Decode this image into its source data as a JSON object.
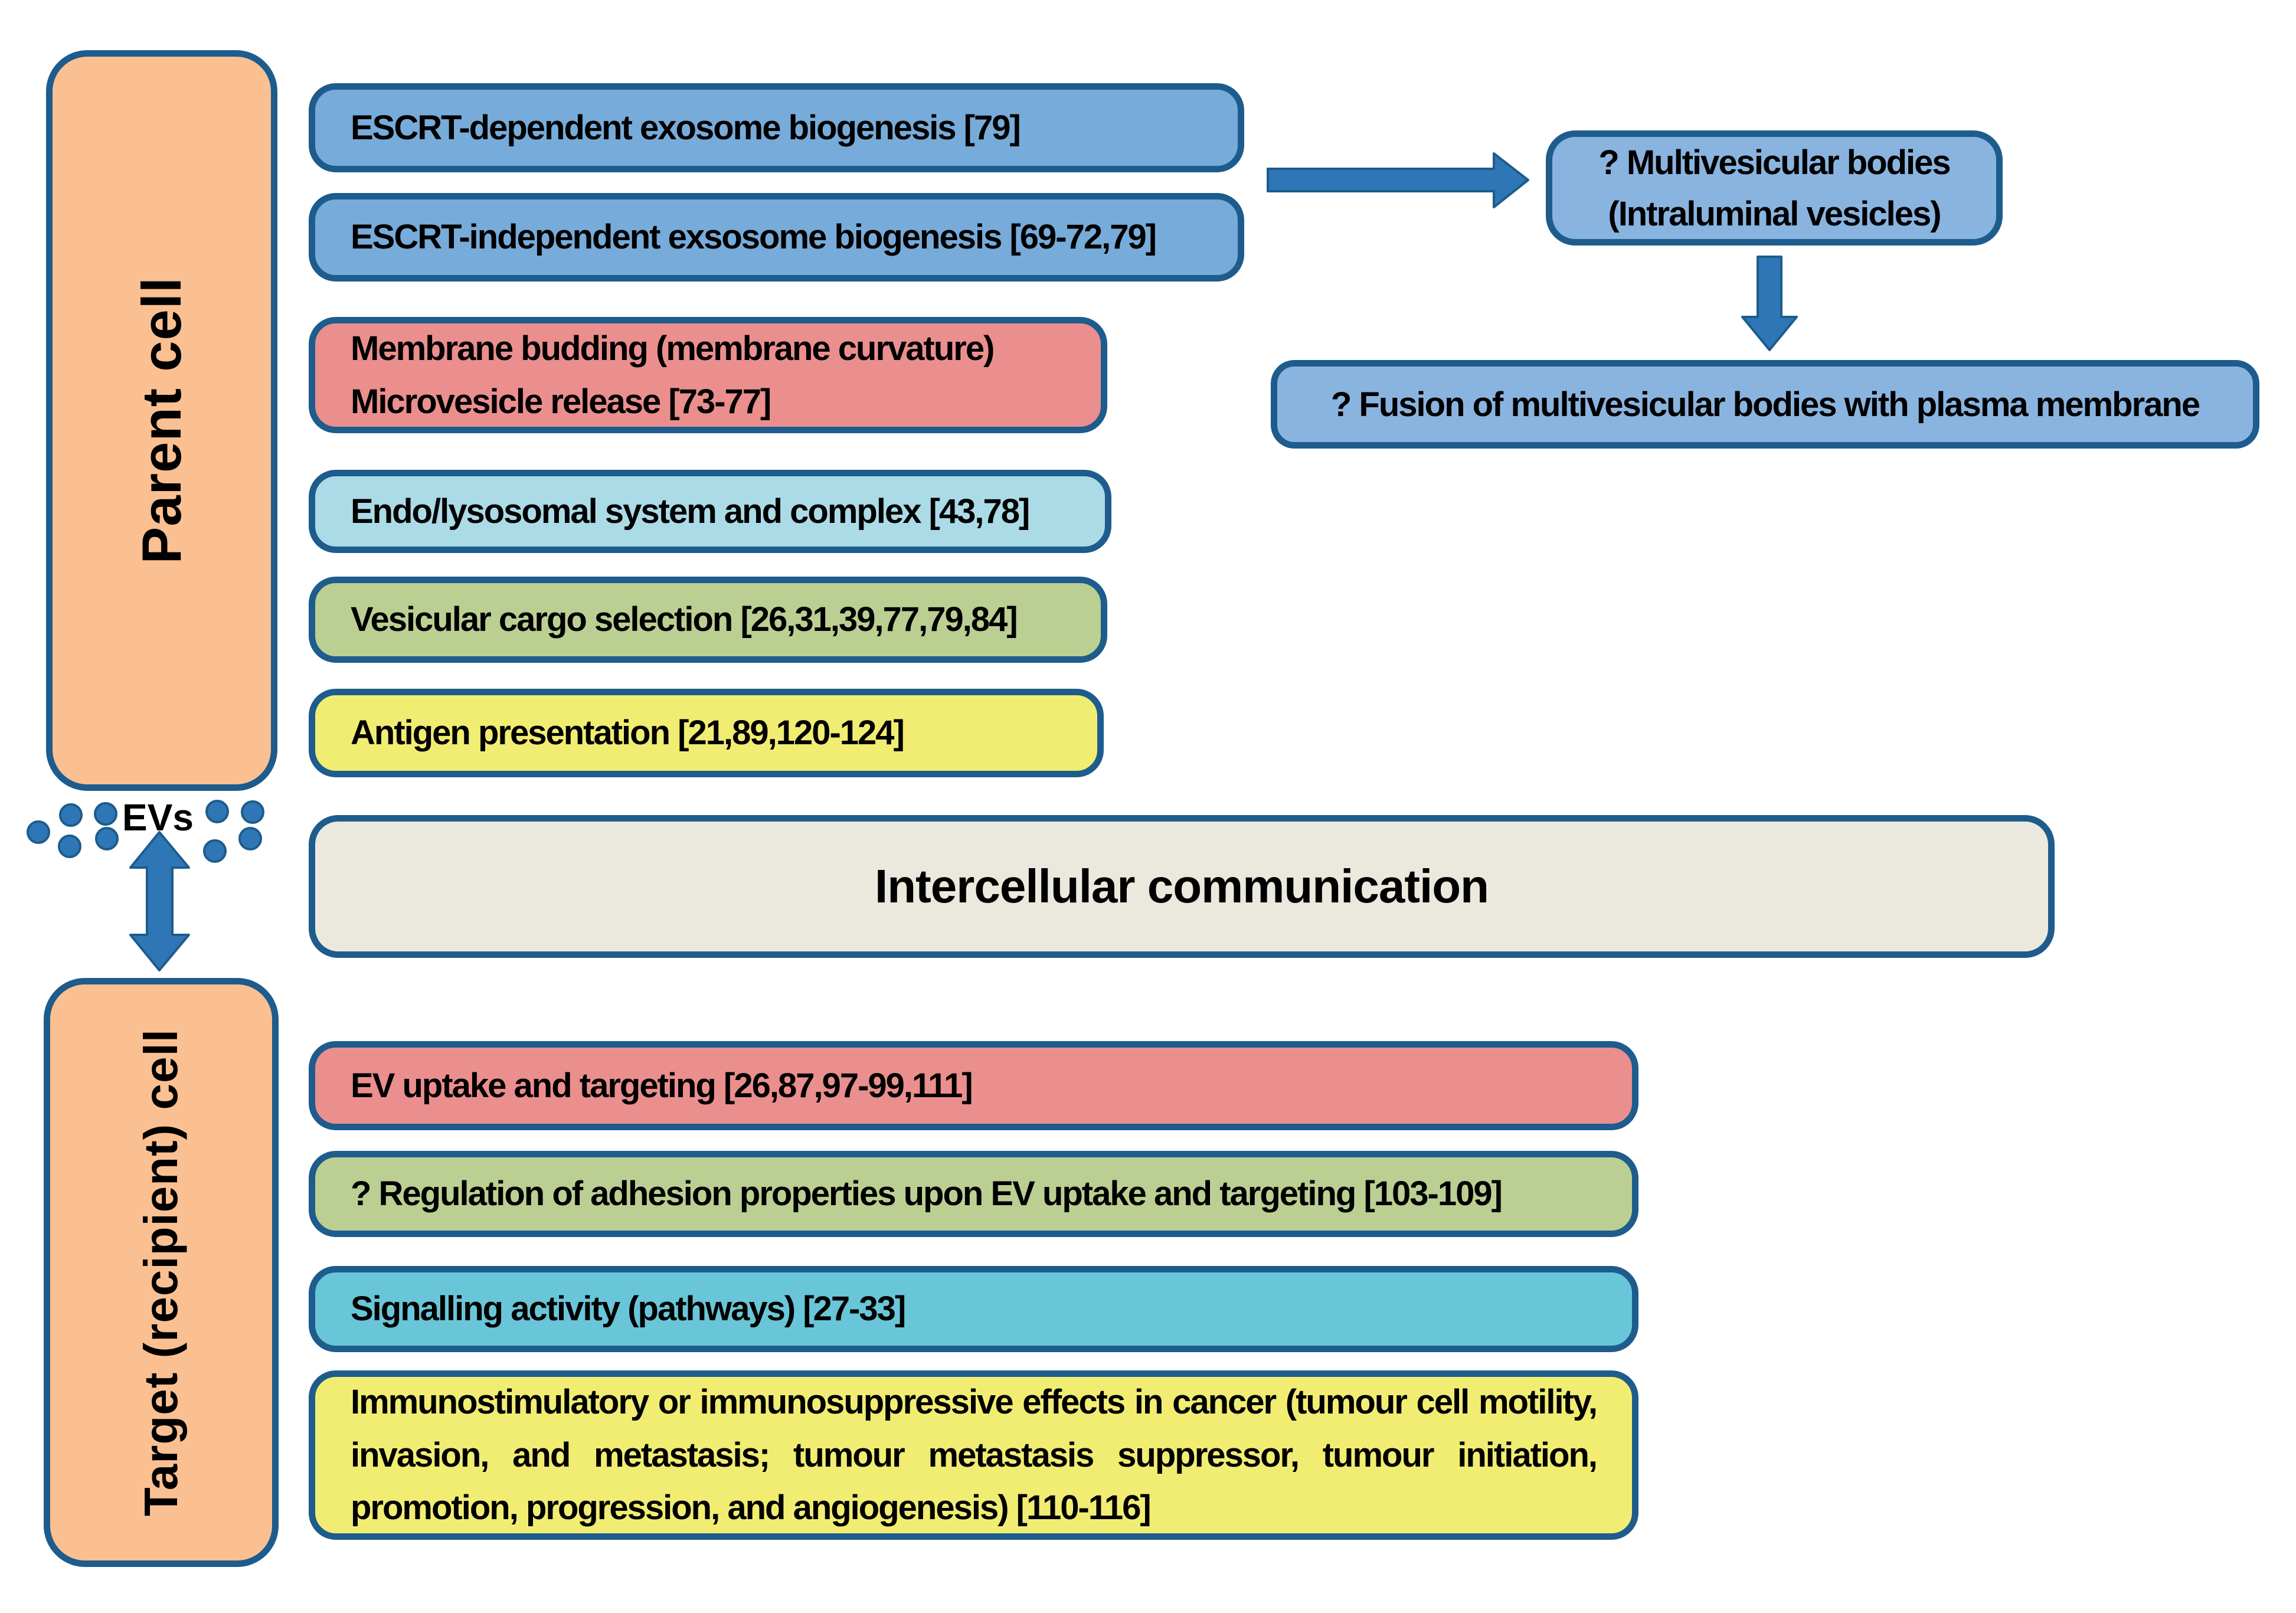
{
  "figure": {
    "background": "#ffffff",
    "border_color": "#1d5c8c",
    "arrow_color": "#2e76b6"
  },
  "parent_cell": {
    "label": "Parent cell",
    "fill": "#fac092"
  },
  "target_cell": {
    "label": "Target (recipient) cell",
    "fill": "#fac092"
  },
  "evs": {
    "label": "EVs",
    "dot_color": "#2e76b6"
  },
  "parent_processes": [
    {
      "label": "ESCRT-dependent exosome biogenesis [79]",
      "fill": "#77abd9"
    },
    {
      "label": "ESCRT-independent exsosome biogenesis [69-72,79]",
      "fill": "#77abd9"
    },
    {
      "label_line1": "Membrane budding (membrane curvature)",
      "label_line2": "Microvesicle release [73-77]",
      "fill": "#ea8f8e"
    },
    {
      "label": "Endo/lysosomal system and complex [43,78]",
      "fill": "#abdbe6"
    },
    {
      "label": "Vesicular cargo selection [26,31,39,77,79,84]",
      "fill": "#bccf92"
    },
    {
      "label": "Antigen presentation [21,89,120-124]",
      "fill": "#f1ed72"
    }
  ],
  "mvb_pathway": {
    "multivesicular_line1": "? Multivesicular bodies",
    "multivesicular_line2": "(Intraluminal vesicles)",
    "multivesicular_fill": "#8ab4e0",
    "fusion_label": "? Fusion of multivesicular bodies with plasma membrane",
    "fusion_fill": "#8ab4e0"
  },
  "intercellular": {
    "label": "Intercellular communication",
    "fill": "#ebe9dd"
  },
  "target_processes": [
    {
      "label": "EV uptake and targeting [26,87,97-99,111]",
      "fill": "#ea8f8e"
    },
    {
      "label": "? Regulation of adhesion properties upon EV uptake and targeting [103-109]",
      "fill": "#bccf92"
    },
    {
      "label": "Signalling activity (pathways) [27-33]",
      "fill": "#69c6d9"
    },
    {
      "label": "Immunostimulatory or immunosuppressive effects in cancer (tumour cell motility, invasion, and metastasis; tumour metastasis suppressor, tumour initiation, promotion, progression, and angiogenesis) [110-116]",
      "fill": "#f1ed72"
    }
  ]
}
